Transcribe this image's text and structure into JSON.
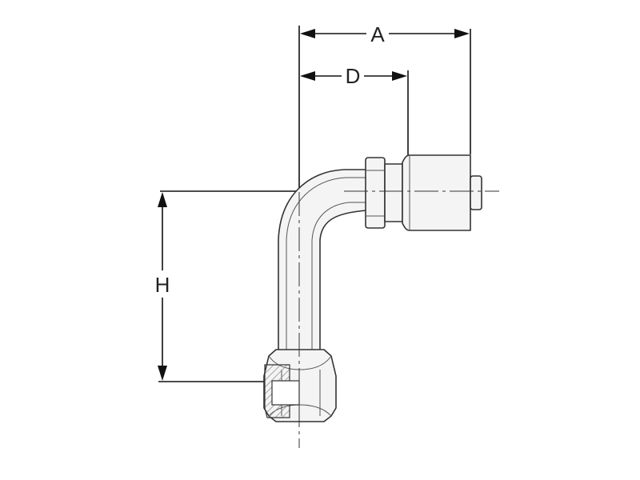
{
  "diagram": {
    "dimensions": {
      "a_label": "A",
      "d_label": "D",
      "h_label": "H"
    },
    "colors": {
      "line": "#333333",
      "fill": "#f4f4f4",
      "hatch": "#888888"
    }
  }
}
